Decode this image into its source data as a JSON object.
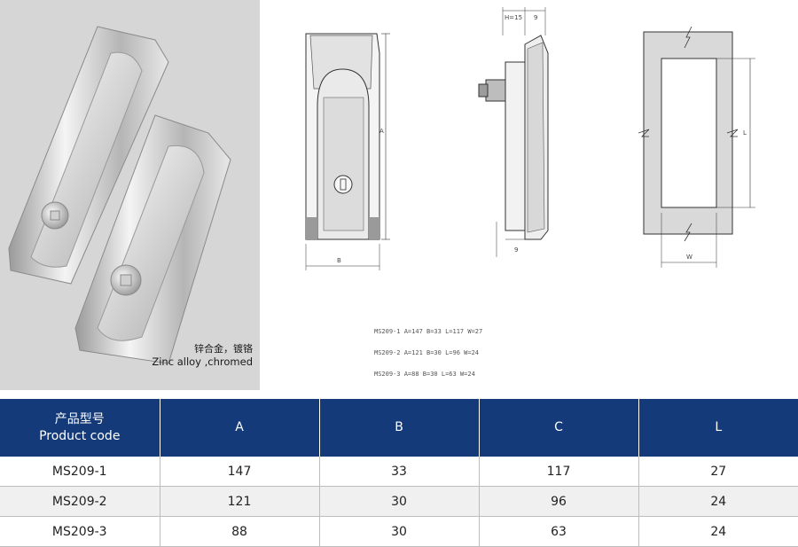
{
  "photo": {
    "caption_cn": "锌合金，镀铬",
    "caption_en": "Zinc alloy ,chromed"
  },
  "drawings": {
    "front": {
      "dim_a": "A",
      "dim_b": "B"
    },
    "side": {
      "dim_h": "H=15",
      "dim_9_top": "9",
      "dim_9_bottom": "9"
    },
    "cutout": {
      "dim_l": "L",
      "dim_w": "W"
    }
  },
  "spec_lines": [
    "MS209-1  A=147 B=33 L=117 W=27",
    "MS209-2  A=121 B=30 L=96 W=24",
    "MS209-3  A=88 B=30 L=63 W=24"
  ],
  "table": {
    "header_cn": "产品型号",
    "header_en": "Product code",
    "columns": [
      "A",
      "B",
      "C",
      "L"
    ],
    "rows": [
      {
        "code": "MS209-1",
        "a": "147",
        "b": "33",
        "c": "117",
        "l": "27"
      },
      {
        "code": "MS209-2",
        "a": "121",
        "b": "30",
        "c": "96",
        "l": "24"
      },
      {
        "code": "MS209-3",
        "a": "88",
        "b": "30",
        "c": "63",
        "l": "24"
      }
    ]
  },
  "colors": {
    "header_bg": "#153a7a",
    "photo_bg": "#d6d6d6",
    "cutout_fill": "#d9d9d9"
  }
}
